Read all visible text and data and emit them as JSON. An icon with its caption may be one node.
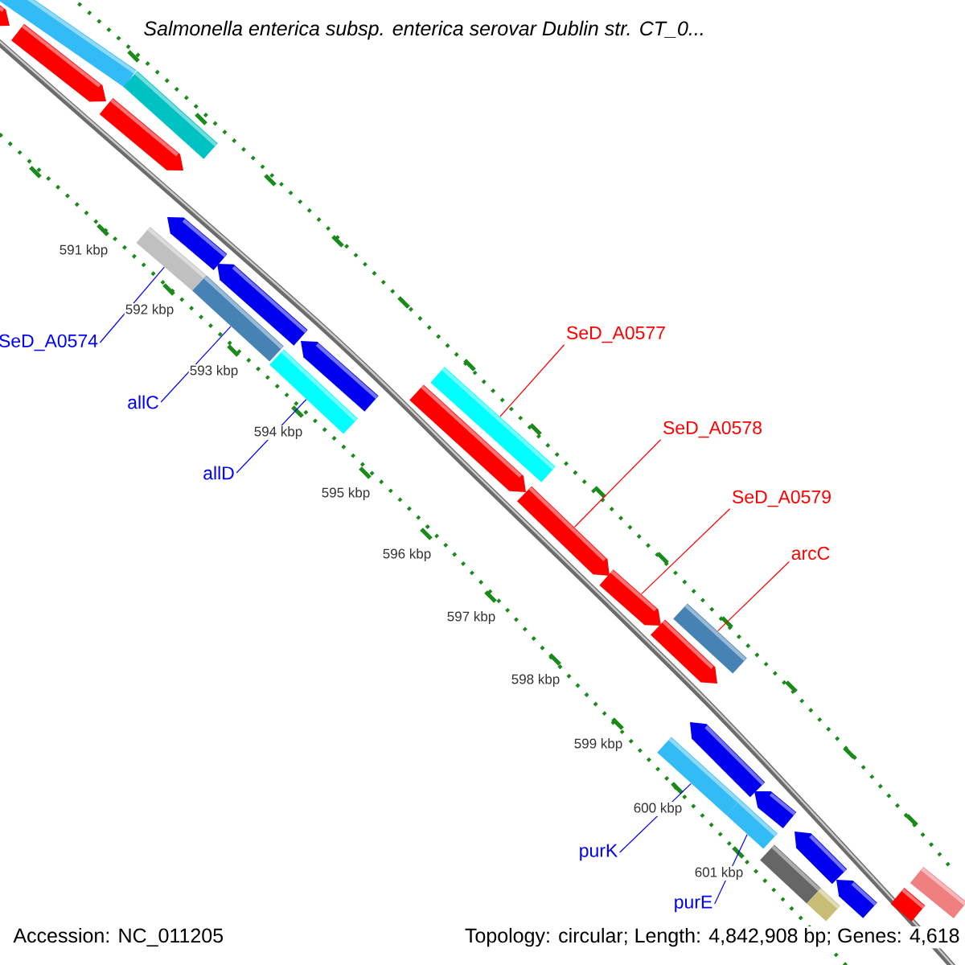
{
  "diagram": {
    "title": "Salmonella enterica subsp. enterica serovar Dublin str. CT_0...",
    "nodes": [
      {
        "text": [
          "SeD_A0574"
        ]
      },
      {
        "text": [
          "allC"
        ]
      },
      {
        "text": [
          "allD"
        ]
      },
      {
        "text": [
          "SeD_A0577"
        ]
      },
      {
        "text": [
          "SeD_A0578"
        ]
      },
      {
        "text": [
          "SeD_A0579"
        ]
      },
      {
        "text": [
          "arcC"
        ]
      },
      {
        "text": [
          "purK"
        ]
      },
      {
        "text": [
          "purE"
        ]
      },
      {
        "text": [],
        "shape": "bar"
      },
      {
        "text": [],
        "shape": "bar"
      },
      {
        "text": [],
        "shape": "bar"
      },
      {
        "text": [],
        "shape": "bar"
      },
      {
        "text": [],
        "shape": "pentagon"
      },
      {
        "text": [],
        "shape": "pentagon"
      },
      {
        "text": [],
        "shape": "bar"
      },
      {
        "text": [],
        "shape": "bar"
      },
      {
        "text": [],
        "shape": "bar"
      },
      {
        "text": [],
        "shape": "pentagon"
      },
      {
        "text": [],
        "shape": "pentagon"
      },
      {
        "text": [],
        "shape": "pentagon"
      },
      {
        "text": [],
        "shape": "bar"
      },
      {
        "text": [],
        "shape": "bar"
      },
      {
        "text": [],
        "shape": "pentagon"
      },
      {
        "text": [],
        "shape": "pentagon"
      },
      {
        "text": [],
        "shape": "pentagon"
      },
      {
        "text": [],
        "shape": "pentagon"
      },
      {
        "text": [],
        "shape": "pentagon"
      },
      {
        "text": [],
        "shape": "pentagon"
      },
      {
        "text": [],
        "shape": "pentagon"
      },
      {
        "text": [],
        "shape": "pentagon"
      },
      {
        "text": [],
        "shape": "pentagon"
      },
      {
        "text": [],
        "shape": "bar"
      },
      {
        "text": [],
        "shape": "bar"
      },
      {
        "text": [],
        "shape": "bar"
      },
      {
        "text": [],
        "shape": "bar"
      }
    ],
    "edges": [
      {
        "from": 0,
        "to": 9,
        "arrow": "none"
      },
      {
        "from": 1,
        "to": 10,
        "arrow": "none"
      },
      {
        "from": 2,
        "to": 11,
        "arrow": "none"
      },
      {
        "from": 3,
        "to": 12,
        "arrow": "none",
        "color": "#ff0000"
      },
      {
        "from": 4,
        "to": 13,
        "arrow": "none",
        "color": "#ff0000"
      },
      {
        "from": 5,
        "to": 14,
        "arrow": "none",
        "color": "#ff0000"
      },
      {
        "from": 6,
        "to": 15,
        "arrow": "none",
        "color": "#ff0000"
      },
      {
        "from": 7,
        "to": 16,
        "arrow": "none"
      },
      {
        "from": 8,
        "to": 17,
        "arrow": "none"
      }
    ],
    "labels": [
      "591 kbp",
      "592 kbp",
      "593 kbp",
      "594 kbp",
      "595 kbp",
      "596 kbp",
      "597 kbp",
      "598 kbp",
      "599 kbp",
      "600 kbp",
      "601 kbp",
      "Accession: NC_011205",
      "Topology: circular; Length: 4,842,908 bp; Genes: 4,618"
    ]
  }
}
